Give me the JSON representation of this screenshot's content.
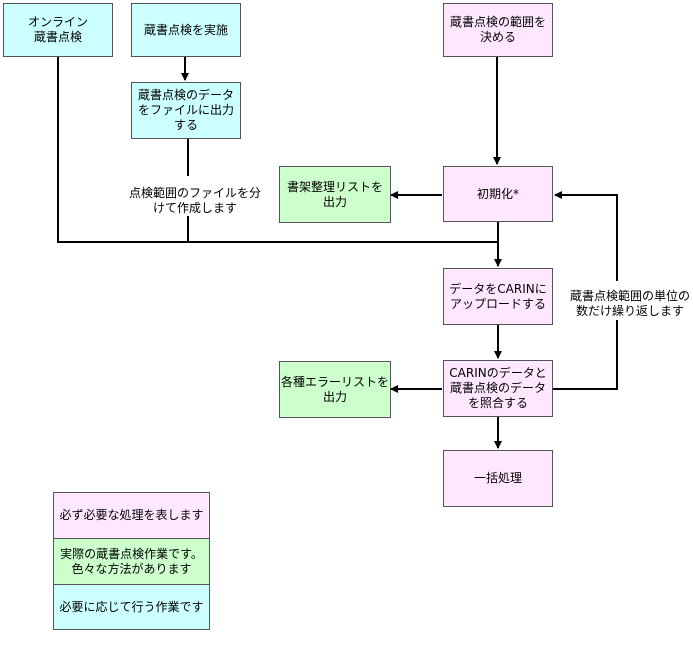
{
  "boxes": {
    "online_check": "オンライン\n蔵書点検",
    "do_check": "蔵書点検を実施",
    "decide_range": "蔵書点検の範囲を\n決める",
    "output_file": "蔵書点検のデータ\nをファイルに出力\nする",
    "shelf_list": "書架整理リストを\n出力",
    "initialize": "初期化*",
    "upload": "データをCARINに\nアップロードする",
    "error_list": "各種エラーリストを\n出力",
    "compare": "CARINのデータと\n蔵書点検のデータ\nを照合する",
    "batch": "一括処理"
  },
  "notes": {
    "split_files": "点検範囲のファイルを分\nけて作成します",
    "repeat": "蔵書点検範囲の単位の\n数だけ繰り返します"
  },
  "legend": {
    "required": "必ず必要な処理を表します",
    "actual_work": "実際の蔵書点検作業です。\n色々な方法があります",
    "optional": "必要に応じて行う作業です"
  },
  "colors": {
    "cyan": "#ccffff",
    "pink": "#ffe8ff",
    "green": "#ccffcc",
    "line": "#000000"
  }
}
